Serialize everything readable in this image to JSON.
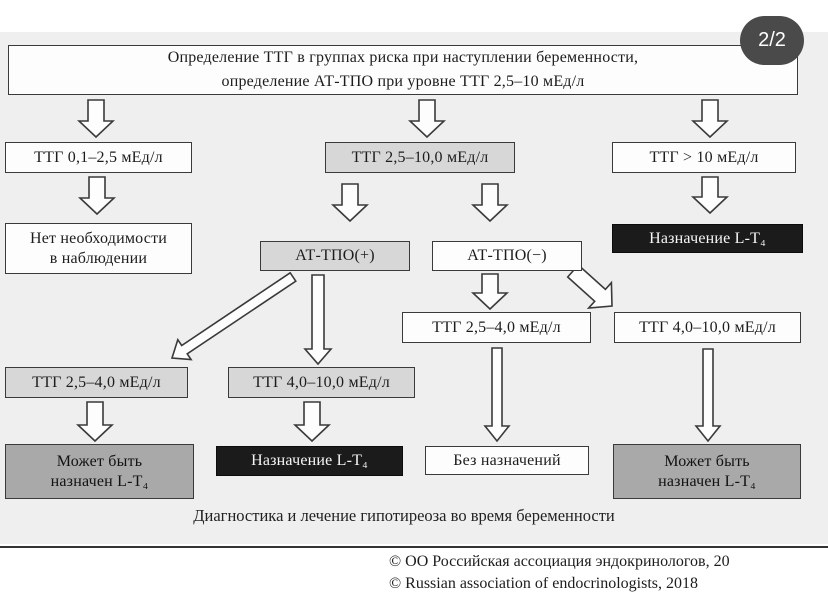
{
  "badge": {
    "label": "2/2"
  },
  "flowchart": {
    "title": "Определение ТТГ в группах риска при наступлении беременности,\nопределение АТ-ТПО при уровне ТТГ 2,5–10 мЕд/л",
    "nodes": {
      "tsh_low": "ТТГ 0,1–2,5 мЕд/л",
      "tsh_mid": "ТТГ 2,5–10,0 мЕд/л",
      "tsh_high": "ТТГ > 10 мЕд/л",
      "no_observation": "Нет необходимости\nв наблюдении",
      "tpo_pos": "АТ-ТПО(+)",
      "tpo_neg": "АТ-ТПО(−)",
      "lt4_top": "Назначение L-Т₄",
      "tsh_25_40_tpo_neg": "ТТГ 2,5–4,0 мЕд/л",
      "tsh_40_100_tpo_neg": "ТТГ 4,0–10,0 мЕд/л",
      "tsh_25_40_tpo_pos": "ТТГ 2,5–4,0 мЕд/л",
      "tsh_40_100_tpo_pos": "ТТГ 4,0–10,0 мЕд/л",
      "maybe_lt4_left": "Может быть\nназначен L-Т₄",
      "lt4_bottom": "Назначение L-Т₄",
      "no_prescription": "Без назначений",
      "maybe_lt4_right": "Может быть\nназначен L-Т₄"
    },
    "caption": "Диагностика и лечение гипотиреоза во время беременности"
  },
  "footer": {
    "copyright_ru": "© ОО Российская ассоциация эндокринологов, 20",
    "copyright_en": "© Russian association of endocrinologists, 2018"
  },
  "colors": {
    "photo_background": "#efefef",
    "box_white": "#fdfdfd",
    "box_gray": "#d7d7d7",
    "box_dark_gray": "#a9a9a9",
    "box_black": "#1b1b1b",
    "border": "#3a3a3a",
    "badge_background": "#4a4a4a"
  }
}
